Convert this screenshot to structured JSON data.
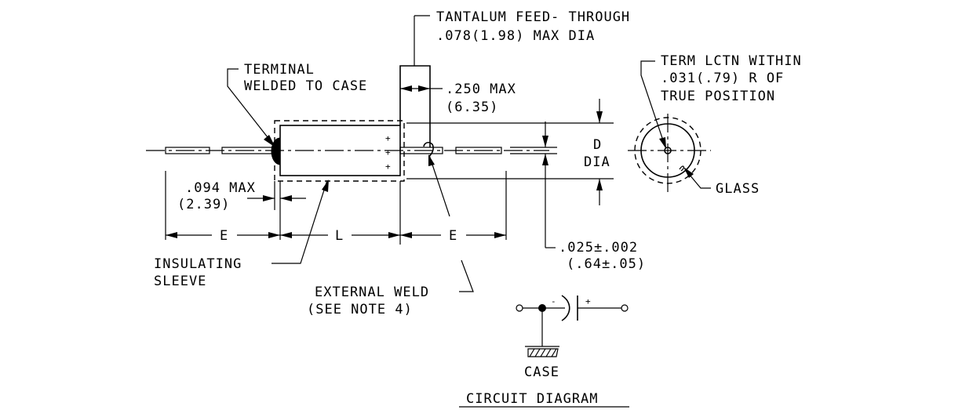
{
  "labels": {
    "tantalum_line1": "TANTALUM FEED- THROUGH",
    "tantalum_line2": ".078(1.98) MAX DIA",
    "terminal_line1": "TERMINAL",
    "terminal_line2": "WELDED TO CASE",
    "max250_line1": ".250 MAX",
    "max250_line2": "(6.35)",
    "term_lctn_line1": "TERM LCTN WITHIN",
    "term_lctn_line2": ".031(.79) R OF",
    "term_lctn_line3": "TRUE POSITION",
    "d_line1": "D",
    "d_line2": "DIA",
    "glass": "GLASS",
    "max094_line1": ".094 MAX",
    "max094_line2": "(2.39)",
    "dim_e_left": "E",
    "dim_l": "L",
    "dim_e_right": "E",
    "lead_dia_line1": ".025±.002",
    "lead_dia_line2": "(.64±.05)",
    "insulating_line1": "INSULATING",
    "insulating_line2": "SLEEVE",
    "external_weld_line1": "EXTERNAL WELD",
    "external_weld_line2": "(SEE NOTE 4)",
    "polarity_neg": "-",
    "polarity_pos": "+",
    "polarity_marks": [
      "+",
      "+",
      "+"
    ],
    "case_label": "CASE",
    "circuit_title": "CIRCUIT DIAGRAM"
  }
}
